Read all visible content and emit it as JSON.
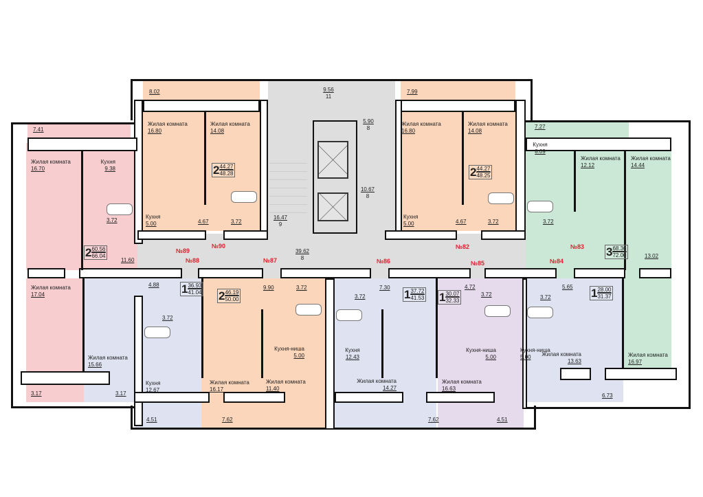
{
  "title_watermark": "AVITO",
  "colors": {
    "pink": "#f7cdd0",
    "peach": "#fbd6bb",
    "gray": "#dedede",
    "green": "#cbe8d6",
    "lavender": "#dfe2f1",
    "lilac": "#e6dbec",
    "corridor_numbers": "#e02030"
  },
  "labels": [
    {
      "area": "7.41"
    },
    {
      "name": "Жилая комната",
      "area": "16.70"
    },
    {
      "name": "Кухня",
      "area": "9.38"
    },
    {
      "area": "3.72"
    },
    {
      "area": "11.60"
    },
    {
      "area": "8.02"
    },
    {
      "name": "Жилая комната",
      "area": "16.80"
    },
    {
      "name": "Жилая комната",
      "area": "14.08"
    },
    {
      "name": "Кухня",
      "area": "5.00"
    },
    {
      "area": "4.67"
    },
    {
      "area": "3.72"
    },
    {
      "area": "9.56",
      "sub": "11"
    },
    {
      "area": "5.90",
      "sub": "8"
    },
    {
      "area": "10.67",
      "sub": "8"
    },
    {
      "area": "16.47",
      "sub": "9"
    },
    {
      "area": "39.62",
      "sub": "8"
    },
    {
      "area": "7.99"
    },
    {
      "name": "Жилая комната",
      "area": "16.80"
    },
    {
      "name": "Жилая комната",
      "area": "14.08"
    },
    {
      "name": "Кухня",
      "area": "5.00"
    },
    {
      "area": "4.67"
    },
    {
      "area": "3.72"
    },
    {
      "area": "7.27"
    },
    {
      "name": "Кухня",
      "area": "8.09"
    },
    {
      "name": "Жилая комната",
      "area": "12.12"
    },
    {
      "name": "Жилая комната",
      "area": "14.44"
    },
    {
      "area": "3.72"
    },
    {
      "area": "13.02"
    },
    {
      "name": "Жилая комната",
      "area": "17.04"
    },
    {
      "name": "Жилая комната",
      "area": "15.66"
    },
    {
      "area": "3.17"
    },
    {
      "area": "3.17"
    },
    {
      "area": "4.88"
    },
    {
      "area": "3.72"
    },
    {
      "name": "Кухня",
      "area": "12.67"
    },
    {
      "area": "4.51"
    },
    {
      "area": "9.90"
    },
    {
      "area": "3.72"
    },
    {
      "name": "Кухня-ниша",
      "area": "5.00"
    },
    {
      "name": "Жилая комната",
      "area": "16.17"
    },
    {
      "name": "Жилая комната",
      "area": "11.40"
    },
    {
      "area": "7.62"
    },
    {
      "area": "7.30"
    },
    {
      "area": "3.72"
    },
    {
      "name": "Кухня",
      "area": "12.43"
    },
    {
      "name": "Жилая комната",
      "area": "14.27"
    },
    {
      "area": "7.62"
    },
    {
      "area": "4.72"
    },
    {
      "area": "3.72"
    },
    {
      "name": "Кухня-ниша",
      "area": "5.00"
    },
    {
      "name": "Жилая комната",
      "area": "16.63"
    },
    {
      "area": "4.51"
    },
    {
      "area": "5.65"
    },
    {
      "area": "3.72"
    },
    {
      "name": "Кухня-ниша",
      "area": "5.00"
    },
    {
      "name": "Жилая комната",
      "area": "13.63"
    },
    {
      "area": "6.73"
    },
    {
      "name": "Жилая комната",
      "area": "16.97"
    }
  ],
  "badges": [
    {
      "rooms": "2",
      "living": "60.56",
      "total": "66.04"
    },
    {
      "rooms": "2",
      "living": "44.27",
      "total": "48.28"
    },
    {
      "rooms": "2",
      "living": "44.27",
      "total": "48.25"
    },
    {
      "rooms": "3",
      "living": "68.36",
      "total": "72.00"
    },
    {
      "rooms": "1",
      "living": "36.93",
      "total": "41.04"
    },
    {
      "rooms": "2",
      "living": "46.19",
      "total": "50.00"
    },
    {
      "rooms": "1",
      "living": "37.72",
      "total": "41.53"
    },
    {
      "rooms": "1",
      "living": "30.07",
      "total": "32.33"
    },
    {
      "rooms": "1",
      "living": "28.00",
      "total": "31.37"
    }
  ],
  "apartment_numbers": [
    "№89",
    "№90",
    "№88",
    "№87",
    "№86",
    "№82",
    "№85",
    "№84",
    "№83"
  ]
}
